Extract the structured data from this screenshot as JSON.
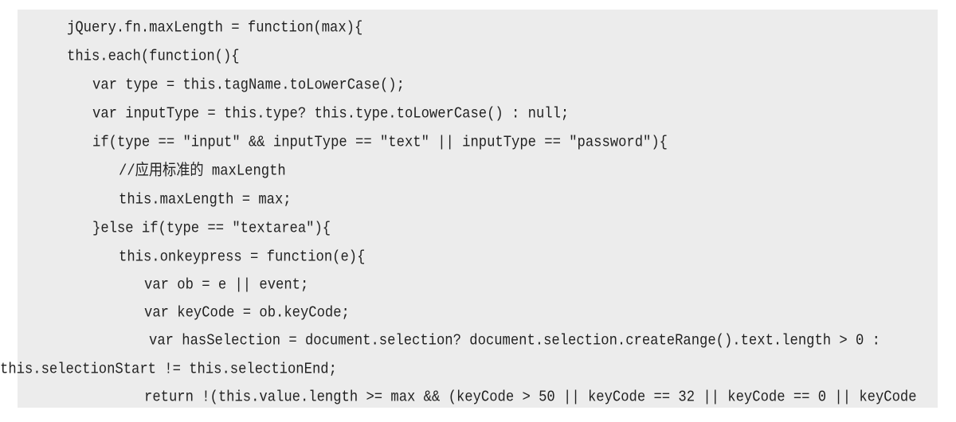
{
  "code_lines": [
    "jQuery.fn.maxLength = function(max){",
    "this.each(function(){",
    "var type = this.tagName.toLowerCase();",
    "var inputType = this.type? this.type.toLowerCase() : null;",
    "if(type == \"input\" && inputType == \"text\" || inputType == \"password\"){",
    "//应用标准的 maxLength",
    "this.maxLength = max;",
    "}else if(type == \"textarea\"){",
    "this.onkeypress = function(e){",
    "var ob = e || event;",
    "var keyCode = ob.keyCode;",
    "var hasSelection = document.selection? document.selection.createRange().text.length > 0 :",
    "this.selectionStart != this.selectionEnd;",
    "return !(this.value.length >= max && (keyCode > 50 || keyCode == 32 || keyCode == 0 || keyCode"
  ]
}
